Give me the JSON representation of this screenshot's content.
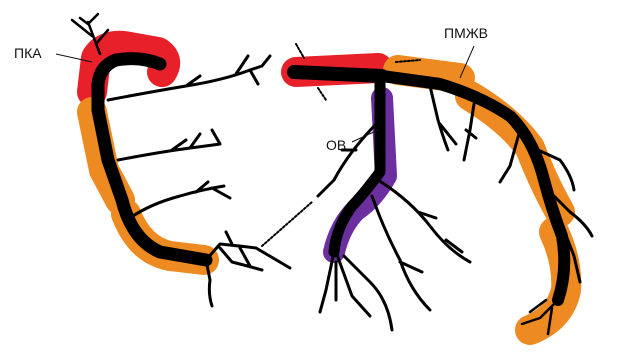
{
  "labels": {
    "rca": "ПКА",
    "lad": "ПМЖВ",
    "cx": "ОВ"
  },
  "colors": {
    "proximal_segment": "#e8202a",
    "mid_distal_segment": "#ee8a22",
    "circumflex_segment": "#6b2fa0",
    "vessel": "#000000",
    "background": "#ffffff"
  }
}
